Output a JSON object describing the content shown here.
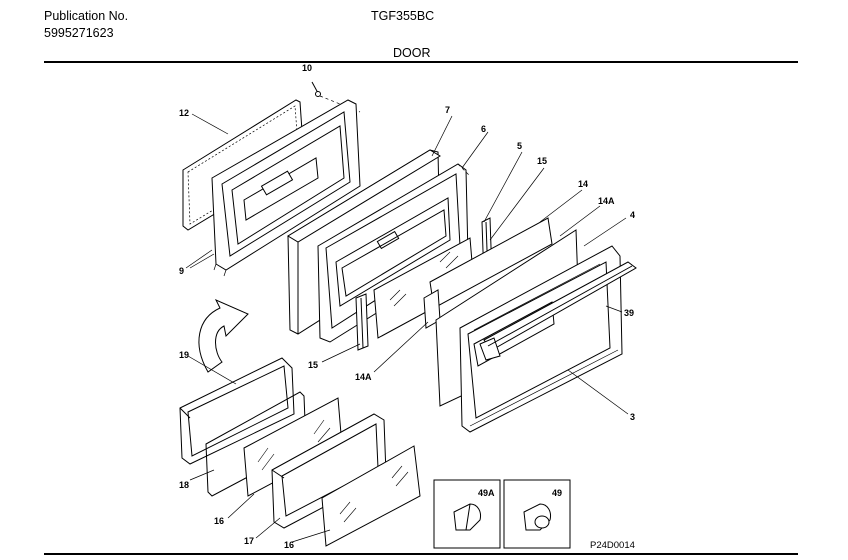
{
  "header": {
    "publication_label": "Publication No.",
    "publication_number": "5995271623",
    "model": "TGF355BC",
    "section": "DOOR"
  },
  "callouts": {
    "c10": "10",
    "c12": "12",
    "c7": "7",
    "c6": "6",
    "c5": "5",
    "c15a": "15",
    "c14": "14",
    "c14A_top": "14A",
    "c4": "4",
    "c39": "39",
    "c3": "3",
    "c9": "9",
    "c15b": "15",
    "c14A_bottom": "14A",
    "c19": "19",
    "c18": "18",
    "c16a": "16",
    "c17": "17",
    "c16b": "16",
    "c49A": "49A",
    "c49": "49"
  },
  "diagram_code": "P24D0014"
}
